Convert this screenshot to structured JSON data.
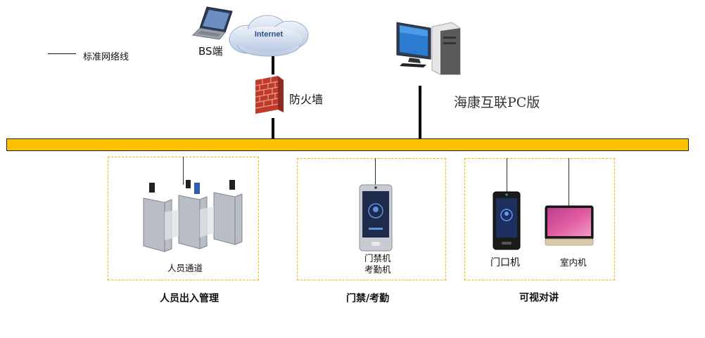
{
  "legend": {
    "label": "标准网络线"
  },
  "internet": {
    "cloud_text": "Internet"
  },
  "bs_client": {
    "label": "BS端"
  },
  "firewall": {
    "label": "防火墙"
  },
  "pc_client": {
    "label": "海康互联PC版"
  },
  "groups": [
    {
      "title": "人员出入管理",
      "devices": [
        {
          "label": "人员通道"
        }
      ]
    },
    {
      "title": "门禁/考勤",
      "devices": [
        {
          "label_line1": "门禁机",
          "label_line2": "考勤机"
        }
      ]
    },
    {
      "title": "可视对讲",
      "devices": [
        {
          "label": "门口机"
        },
        {
          "label": "室内机"
        }
      ]
    }
  ],
  "colors": {
    "bus": "#FFC000",
    "dashed_border": "#F5B800",
    "lines": "#000000"
  }
}
